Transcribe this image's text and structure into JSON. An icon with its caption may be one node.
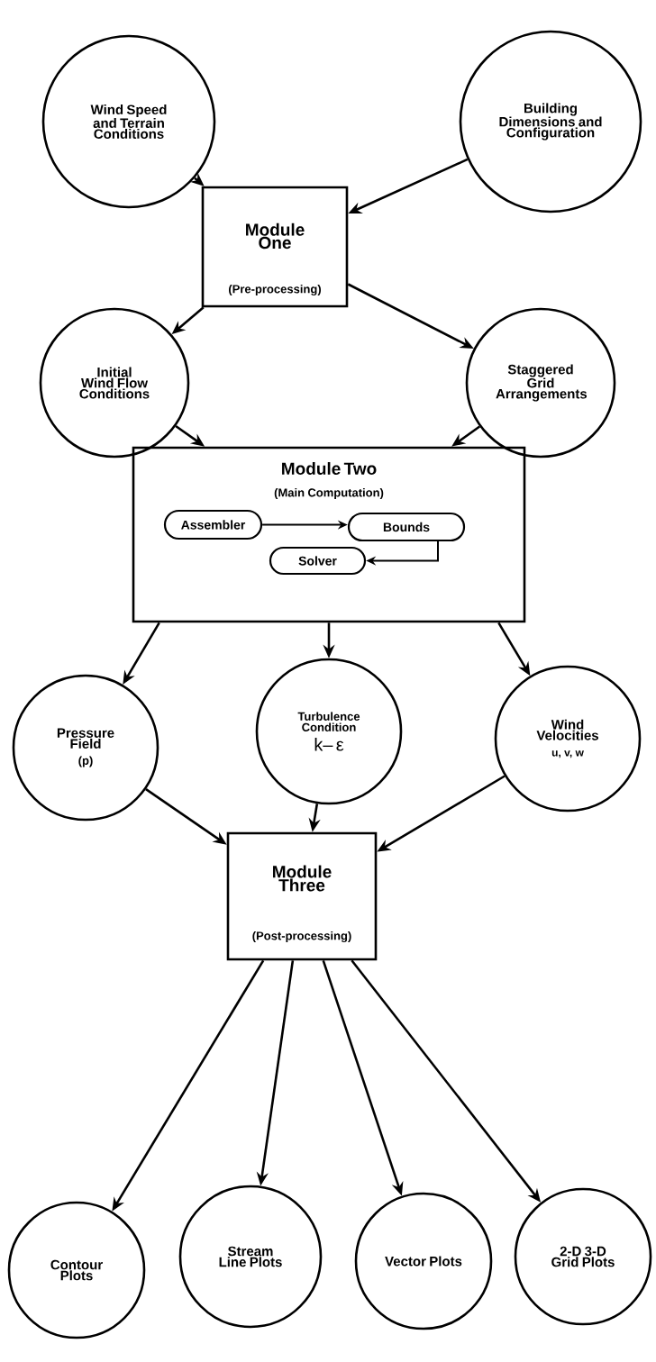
{
  "diagram": {
    "nodes": [
      {
        "text": [
          "Wind Speed and Terrain Conditions"
        ]
      },
      {
        "text": [
          "Building Dimensions and Configuration"
        ]
      },
      {
        "text": [
          "Module One",
          "(Pre-processing)"
        ]
      },
      {
        "text": [
          "Initial Wind Flow Conditions"
        ]
      },
      {
        "text": [
          "Staggered Grid Arrangements"
        ]
      },
      {
        "text": [
          "Module Two",
          "(Main Computation)"
        ]
      },
      {
        "text": [
          "Assembler"
        ],
        "in": 5
      },
      {
        "text": [
          "Bounds"
        ],
        "in": 5
      },
      {
        "text": [
          "Solver"
        ],
        "in": 5
      },
      {
        "text": [
          "Pressure Field",
          "(p)"
        ]
      },
      {
        "text": [
          "Turbulence Condition",
          "k– ε"
        ]
      },
      {
        "text": [
          "Wind Velocities",
          "u, v, w"
        ]
      },
      {
        "text": [
          "Module Three",
          "(Post-processing)"
        ]
      },
      {
        "text": [
          "Contour Plots"
        ]
      },
      {
        "text": [
          "Stream Line Plots"
        ]
      },
      {
        "text": [
          "Vector Plots"
        ]
      },
      {
        "text": [
          "2-D 3-D Grid Plots"
        ]
      }
    ],
    "edges": [
      {
        "from": 0,
        "to": 2,
        "arrow": "to"
      },
      {
        "from": 1,
        "to": 2,
        "arrow": "to"
      },
      {
        "from": 2,
        "to": 3,
        "arrow": "to"
      },
      {
        "from": 2,
        "to": 4,
        "arrow": "to"
      },
      {
        "from": 3,
        "to": 5,
        "arrow": "to"
      },
      {
        "from": 4,
        "to": 5,
        "arrow": "to"
      },
      {
        "from": 6,
        "to": 7,
        "arrow": "to"
      },
      {
        "from": 7,
        "to": 8,
        "arrow": "to"
      },
      {
        "from": 5,
        "to": 9,
        "arrow": "to"
      },
      {
        "from": 5,
        "to": 10,
        "arrow": "to"
      },
      {
        "from": 5,
        "to": 11,
        "arrow": "to"
      },
      {
        "from": 9,
        "to": 12,
        "arrow": "to"
      },
      {
        "from": 10,
        "to": 12,
        "arrow": "to"
      },
      {
        "from": 11,
        "to": 12,
        "arrow": "to"
      },
      {
        "from": 12,
        "to": 13,
        "arrow": "to"
      },
      {
        "from": 12,
        "to": 14,
        "arrow": "to"
      },
      {
        "from": 12,
        "to": 15,
        "arrow": "to"
      },
      {
        "from": 12,
        "to": 16,
        "arrow": "to"
      }
    ]
  }
}
